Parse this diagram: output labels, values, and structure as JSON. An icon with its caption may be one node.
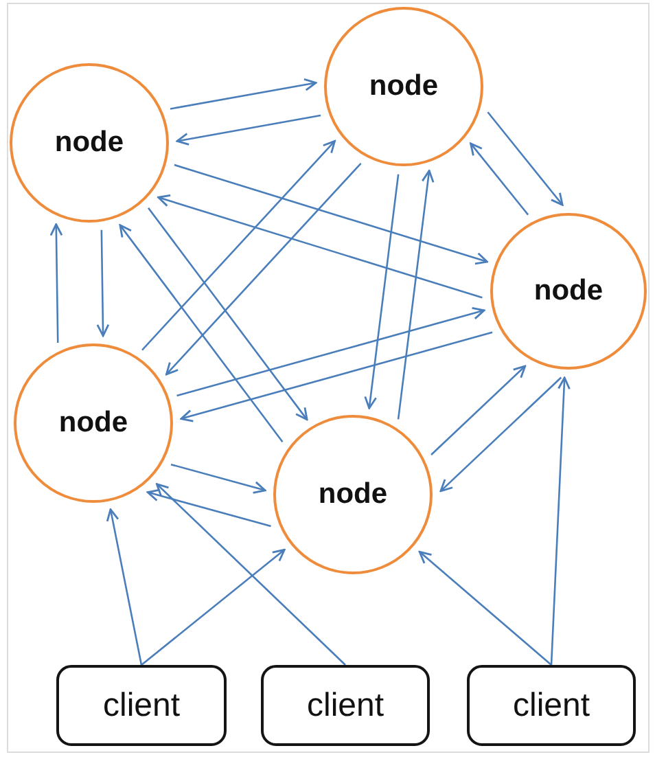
{
  "diagram": {
    "nodes": [
      {
        "text": [
          "node"
        ]
      },
      {
        "text": [
          "node"
        ]
      },
      {
        "text": [
          "node"
        ]
      },
      {
        "text": [
          "node"
        ]
      },
      {
        "text": [
          "node"
        ]
      },
      {
        "text": [
          "client"
        ]
      },
      {
        "text": [
          "client"
        ]
      },
      {
        "text": [
          "client"
        ]
      }
    ],
    "edges": [
      {
        "from": 0,
        "to": 1,
        "arrow": "to"
      },
      {
        "from": 1,
        "to": 0,
        "arrow": "to"
      },
      {
        "from": 1,
        "to": 2,
        "arrow": "to"
      },
      {
        "from": 2,
        "to": 1,
        "arrow": "to"
      },
      {
        "from": 0,
        "to": 2,
        "arrow": "to"
      },
      {
        "from": 2,
        "to": 0,
        "arrow": "to"
      },
      {
        "from": 0,
        "to": 3,
        "arrow": "to"
      },
      {
        "from": 3,
        "to": 0,
        "arrow": "to"
      },
      {
        "from": 3,
        "to": 1,
        "arrow": "to"
      },
      {
        "from": 1,
        "to": 3,
        "arrow": "to"
      },
      {
        "from": 1,
        "to": 4,
        "arrow": "to"
      },
      {
        "from": 4,
        "to": 1,
        "arrow": "to"
      },
      {
        "from": 0,
        "to": 4,
        "arrow": "to"
      },
      {
        "from": 4,
        "to": 0,
        "arrow": "to"
      },
      {
        "from": 3,
        "to": 2,
        "arrow": "to"
      },
      {
        "from": 2,
        "to": 3,
        "arrow": "to"
      },
      {
        "from": 3,
        "to": 4,
        "arrow": "to"
      },
      {
        "from": 4,
        "to": 3,
        "arrow": "to"
      },
      {
        "from": 4,
        "to": 2,
        "arrow": "to"
      },
      {
        "from": 2,
        "to": 4,
        "arrow": "to"
      },
      {
        "from": 5,
        "to": 3,
        "arrow": "to"
      },
      {
        "from": 5,
        "to": 4,
        "arrow": "to"
      },
      {
        "from": 6,
        "to": 3,
        "arrow": "to"
      },
      {
        "from": 7,
        "to": 4,
        "arrow": "to"
      },
      {
        "from": 7,
        "to": 2,
        "arrow": "to"
      }
    ]
  }
}
